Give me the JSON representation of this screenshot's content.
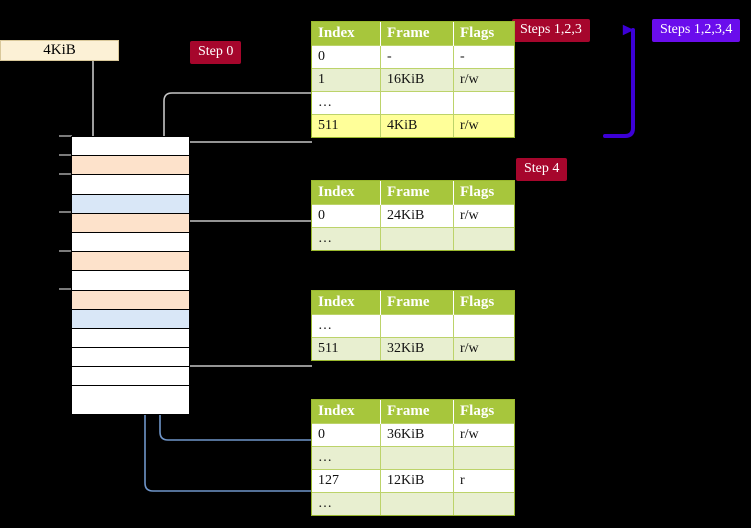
{
  "labels": {
    "mem_size": "4KiB",
    "step0": "Step 0",
    "step4": "Step 4",
    "steps123": "Steps 1,2,3",
    "steps1234": "Steps 1,2,3,4"
  },
  "colors": {
    "badge_red": "#a6062c",
    "badge_purple": "#6a0dec",
    "table_header": "#a7c63c",
    "table_alt_row": "#e8efd0",
    "highlight_row": "#ffff99",
    "mem_box": "#fcf1d6",
    "row_orange": "#fde2cb",
    "row_blue": "#d9e7f7",
    "connector_gray": "#bfbfbf",
    "connector_blue": "#6f95c9"
  },
  "table_columns": [
    "Index",
    "Frame",
    "Flags"
  ],
  "tables": [
    {
      "name": "level4-page-table",
      "rows": [
        {
          "index": "0",
          "frame": "-",
          "flags": "-",
          "style": "plain"
        },
        {
          "index": "1",
          "frame": "16KiB",
          "flags": "r/w",
          "style": "alt"
        },
        {
          "index": "…",
          "frame": "",
          "flags": "",
          "style": "plain"
        },
        {
          "index": "511",
          "frame": "4KiB",
          "flags": "r/w",
          "style": "hl"
        }
      ]
    },
    {
      "name": "level3-page-table",
      "rows": [
        {
          "index": "0",
          "frame": "24KiB",
          "flags": "r/w",
          "style": "plain"
        },
        {
          "index": "…",
          "frame": "",
          "flags": "",
          "style": "alt"
        }
      ]
    },
    {
      "name": "level2-page-table",
      "rows": [
        {
          "index": "…",
          "frame": "",
          "flags": "",
          "style": "plain"
        },
        {
          "index": "511",
          "frame": "32KiB",
          "flags": "r/w",
          "style": "alt"
        }
      ]
    },
    {
      "name": "level1-page-table",
      "rows": [
        {
          "index": "0",
          "frame": "36KiB",
          "flags": "r/w",
          "style": "plain"
        },
        {
          "index": "…",
          "frame": "",
          "flags": "",
          "style": "alt"
        },
        {
          "index": "127",
          "frame": "12KiB",
          "flags": "r",
          "style": "plain"
        },
        {
          "index": "…",
          "frame": "",
          "flags": "",
          "style": "alt"
        }
      ]
    }
  ],
  "memory_grid": {
    "rows": [
      {
        "fill": "white"
      },
      {
        "fill": "orange"
      },
      {
        "fill": "white"
      },
      {
        "fill": "blue"
      },
      {
        "fill": "orange"
      },
      {
        "fill": "white"
      },
      {
        "fill": "orange"
      },
      {
        "fill": "white"
      },
      {
        "fill": "orange"
      },
      {
        "fill": "blue"
      },
      {
        "fill": "white"
      },
      {
        "fill": "white"
      },
      {
        "fill": "white"
      },
      {
        "fill": "white"
      }
    ]
  }
}
